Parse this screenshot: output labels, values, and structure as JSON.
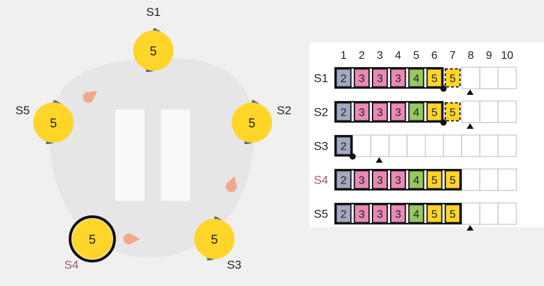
{
  "colors": {
    "background": "#f0f0f0",
    "cluster_blob": "#e6e6e6",
    "lane": "#f9f9f9",
    "server_fill": "#ffd52a",
    "server_ring": "#666666",
    "leader_ring": "#111111",
    "message": "#f2a98b",
    "log_panel": "#ffffff",
    "term2": "#a2a9c0",
    "term3": "#e98ab6",
    "term4": "#98c761",
    "term5": "#ffd52a",
    "empty_slot": "#ffffff",
    "pointer": "#111111",
    "leader_label": "#a3586a"
  },
  "servers": [
    {
      "id": "S1",
      "label": "S1",
      "term": "5",
      "leader": false
    },
    {
      "id": "S2",
      "label": "S2",
      "term": "5",
      "leader": false
    },
    {
      "id": "S3",
      "label": "S3",
      "term": "5",
      "leader": false
    },
    {
      "id": "S4",
      "label": "S4",
      "term": "5",
      "leader": true
    },
    {
      "id": "S5",
      "label": "S5",
      "term": "5",
      "leader": false
    }
  ],
  "messages": [
    {
      "from": "S5",
      "to": "S1",
      "progress": 0.35
    },
    {
      "from": "S3",
      "to": "S2",
      "progress": 0.45
    },
    {
      "from": "S4",
      "to": "S3",
      "progress": 0.3
    }
  ],
  "log": {
    "indexes": [
      "1",
      "2",
      "3",
      "4",
      "5",
      "6",
      "7",
      "8",
      "9",
      "10"
    ],
    "rows": [
      {
        "server": "S1",
        "leader": false,
        "entries": [
          "2",
          "3",
          "3",
          "3",
          "4",
          "5",
          "5"
        ],
        "uncommitted_from": 7,
        "match_index": 6,
        "next_index": 8
      },
      {
        "server": "S2",
        "leader": false,
        "entries": [
          "2",
          "3",
          "3",
          "3",
          "4",
          "5",
          "5"
        ],
        "uncommitted_from": 7,
        "match_index": 6,
        "next_index": 8
      },
      {
        "server": "S3",
        "leader": false,
        "entries": [
          "2"
        ],
        "uncommitted_from": null,
        "match_index": 1,
        "next_index": 3
      },
      {
        "server": "S4",
        "leader": true,
        "entries": [
          "2",
          "3",
          "3",
          "3",
          "4",
          "5",
          "5"
        ],
        "uncommitted_from": null,
        "match_index": null,
        "next_index": null
      },
      {
        "server": "S5",
        "leader": false,
        "entries": [
          "2",
          "3",
          "3",
          "3",
          "4",
          "5",
          "5"
        ],
        "uncommitted_from": null,
        "match_index": null,
        "next_index": 8
      }
    ]
  }
}
